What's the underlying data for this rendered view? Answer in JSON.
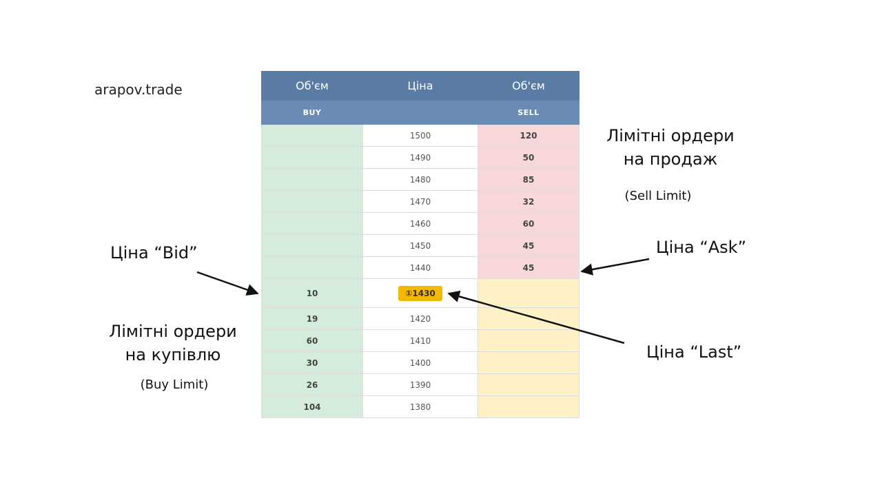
{
  "brand": "arapov.trade",
  "header": {
    "col_buy_volume": "Об'єм",
    "col_price": "Ціна",
    "col_sell_volume": "Об'єм",
    "buy_label": "BUY",
    "sell_label": "SELL"
  },
  "asks": [
    {
      "price": "1500",
      "sell": "120"
    },
    {
      "price": "1490",
      "sell": "50"
    },
    {
      "price": "1480",
      "sell": "85"
    },
    {
      "price": "1470",
      "sell": "32"
    },
    {
      "price": "1460",
      "sell": "60"
    },
    {
      "price": "1450",
      "sell": "45"
    },
    {
      "price": "1440",
      "sell": "45"
    }
  ],
  "last": {
    "price": "①1430",
    "buy": "10"
  },
  "bids": [
    {
      "price": "1420",
      "buy": "19"
    },
    {
      "price": "1410",
      "buy": "60"
    },
    {
      "price": "1400",
      "buy": "30"
    },
    {
      "price": "1390",
      "buy": "26"
    },
    {
      "price": "1380",
      "buy": "104"
    }
  ],
  "annotations": {
    "sell_limit_line1": "Лімітні ордери",
    "sell_limit_line2": "на продаж",
    "sell_limit_sub": "(Sell Limit)",
    "buy_limit_line1": "Лімітні ордери",
    "buy_limit_line2": "на купівлю",
    "buy_limit_sub": "(Buy Limit)",
    "bid": "Ціна “Bid”",
    "ask": "Ціна “Ask”",
    "last": "Ціна “Last”"
  },
  "colors": {
    "header": "#5a7ba3",
    "buy_bg": "#d5ecdc",
    "ask_bg": "#f8d7da",
    "empty_sell_bg": "#fff1c6",
    "last_badge": "#f5b800"
  }
}
